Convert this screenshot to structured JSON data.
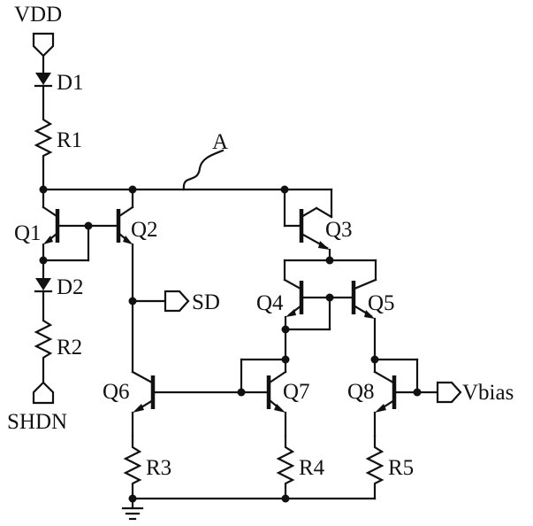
{
  "labels": {
    "vdd": "VDD",
    "d1": "D1",
    "r1": "R1",
    "a": "A",
    "q1": "Q1",
    "q2": "Q2",
    "q3": "Q3",
    "d2": "D2",
    "sd": "SD",
    "q4": "Q4",
    "q5": "Q5",
    "r2": "R2",
    "shdn": "SHDN",
    "q6": "Q6",
    "q7": "Q7",
    "q8": "Q8",
    "vbias": "Vbias",
    "r3": "R3",
    "r4": "R4",
    "r5": "R5"
  },
  "colors": {
    "ink": "#111111",
    "background": "#ffffff"
  }
}
